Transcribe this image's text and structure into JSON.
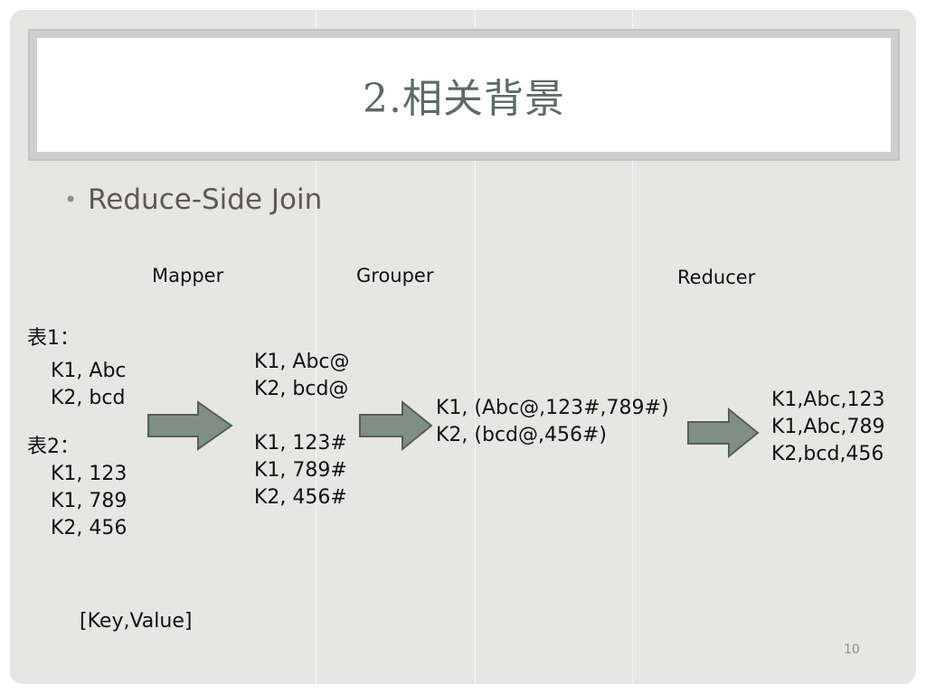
{
  "title": "2.相关背景",
  "bullet": "Reduce-Side Join",
  "stages": {
    "mapper": "Mapper",
    "grouper": "Grouper",
    "reducer": "Reducer"
  },
  "table1": {
    "label": "表1：",
    "rows": [
      "K1, Abc",
      "K2, bcd"
    ]
  },
  "table2": {
    "label": "表2：",
    "rows": [
      "K1, 123",
      "K1, 789",
      "K2, 456"
    ]
  },
  "mapped": {
    "group1": [
      "K1, Abc@",
      "K2, bcd@"
    ],
    "group2": [
      "K1, 123#",
      "K1, 789#",
      "K2, 456#"
    ]
  },
  "grouped": [
    "K1, (Abc@,123#,789#)",
    "K2, (bcd@,456#)"
  ],
  "reduced": [
    "K1,Abc,123",
    "K1,Abc,789",
    "K2,bcd,456"
  ],
  "note": "[Key,Value]",
  "page_number": "10",
  "colors": {
    "arrow_fill": "#7f8f85",
    "arrow_stroke": "#55605a",
    "title_text": "#5d6a65",
    "bullet_text": "#5e5951"
  }
}
